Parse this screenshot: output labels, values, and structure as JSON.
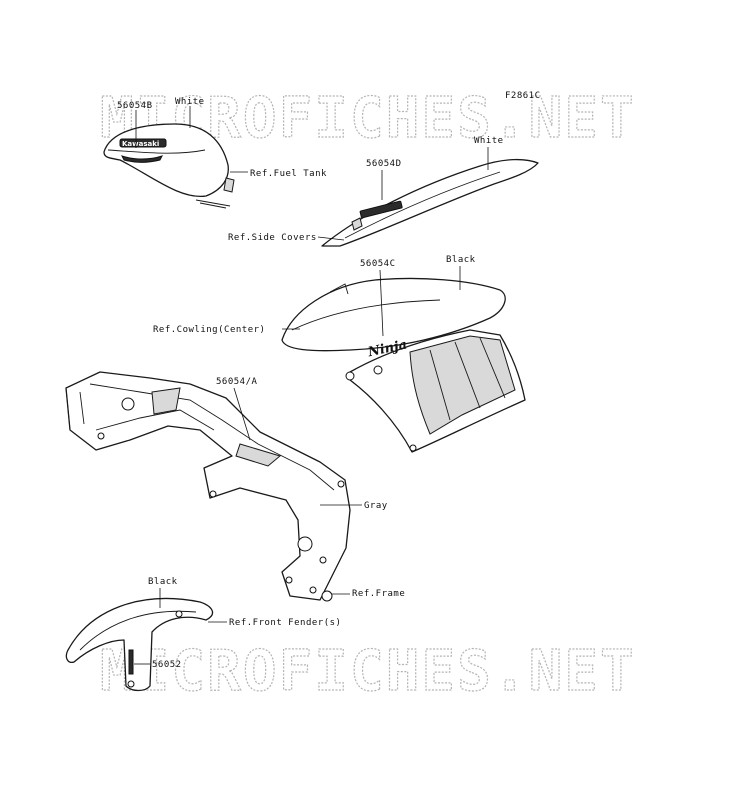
{
  "figure_code": "F2861C",
  "watermark": "MICROFICHES.NET",
  "labels": {
    "part_56054B": "56054B",
    "white_tank": "White",
    "ref_fuel_tank": "Ref.Fuel Tank",
    "part_56054D": "56054D",
    "white_cover": "White",
    "ref_side_covers": "Ref.Side Covers",
    "part_56054C": "56054C",
    "black_cowl": "Black",
    "ref_cowling": "Ref.Cowling(Center)",
    "part_56054A": "56054/A",
    "gray_frame": "Gray",
    "ref_frame": "Ref.Frame",
    "black_fender": "Black",
    "ref_front_fender": "Ref.Front Fender(s)",
    "part_56052": "56052"
  },
  "decal_text": {
    "tank_logo": "Kawasaki",
    "cowl_logo": "Ninja"
  }
}
